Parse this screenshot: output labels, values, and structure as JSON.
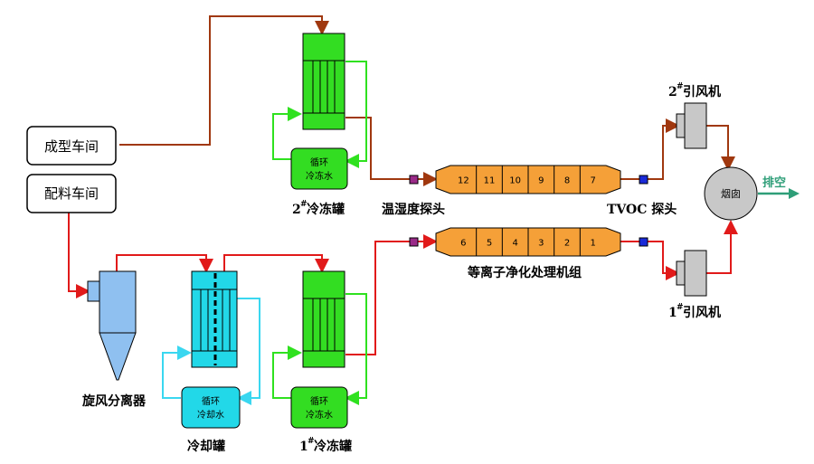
{
  "colors": {
    "brown_pipe": "#a0380f",
    "red_pipe": "#e11a1a",
    "green_pipe": "#2fe11f",
    "cyan_pipe": "#3ad7f0",
    "green_tank": "#33dd22",
    "cyan_tank": "#22d8e8",
    "orange_unit": "#f5a038",
    "gray_fan": "#c8c8c8",
    "blue_cyclone": "#8fc0f0",
    "exhaust_arrow": "#2e9e78",
    "sensor_purple": "#9a2a88",
    "sensor_blue": "#1a2ad8"
  },
  "workshops": {
    "molding": "成型车间",
    "batching": "配料车间"
  },
  "equipment": {
    "cyclone": "旋风分离器",
    "cooling_tank": "冷却罐",
    "freeze_tank_1": "冷冻罐",
    "freeze_tank_1_num": "1",
    "freeze_tank_2": "冷冻罐",
    "freeze_tank_2_num": "2",
    "circ_cooling_water": [
      "循环",
      "冷却水"
    ],
    "circ_freeze_water_1": [
      "循环",
      "冷冻水"
    ],
    "circ_freeze_water_2": [
      "循环",
      "冷冻水"
    ],
    "fan_1": "引风机",
    "fan_1_num": "1",
    "fan_2": "引风机",
    "fan_2_num": "2",
    "hash": "#",
    "chimney": "烟囱",
    "exhaust": "排空"
  },
  "probes": {
    "humidity": "温湿度探头",
    "tvoc": "TVOC 探头"
  },
  "plasma_unit": {
    "label": "等离子净化处理机组",
    "top_segments": [
      "12",
      "11",
      "10",
      "9",
      "8",
      "7"
    ],
    "bottom_segments": [
      "6",
      "5",
      "4",
      "3",
      "2",
      "1"
    ]
  }
}
